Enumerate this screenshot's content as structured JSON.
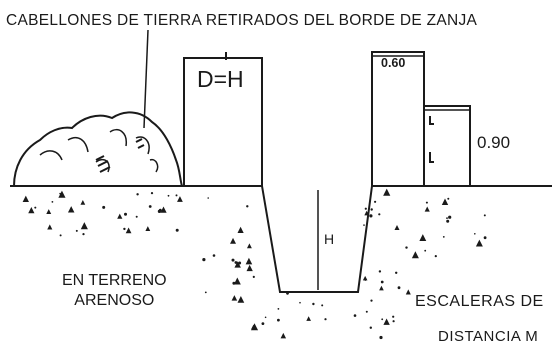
{
  "labels": {
    "title": "CABELLONES DE TIERRA RETIRADOS DEL BORDE DE ZANJA",
    "depth_ratio": "D=H",
    "dimension_top": "0.60",
    "dimension_side": "0.90",
    "depth": "H",
    "soil_line1": "EN TERRENO",
    "soil_line2": "ARENOSO",
    "stairs": "ESCALERAS DE",
    "distance": "DISTANCIA M"
  },
  "colors": {
    "ink": "#1a1a1a",
    "background": "#ffffff"
  }
}
